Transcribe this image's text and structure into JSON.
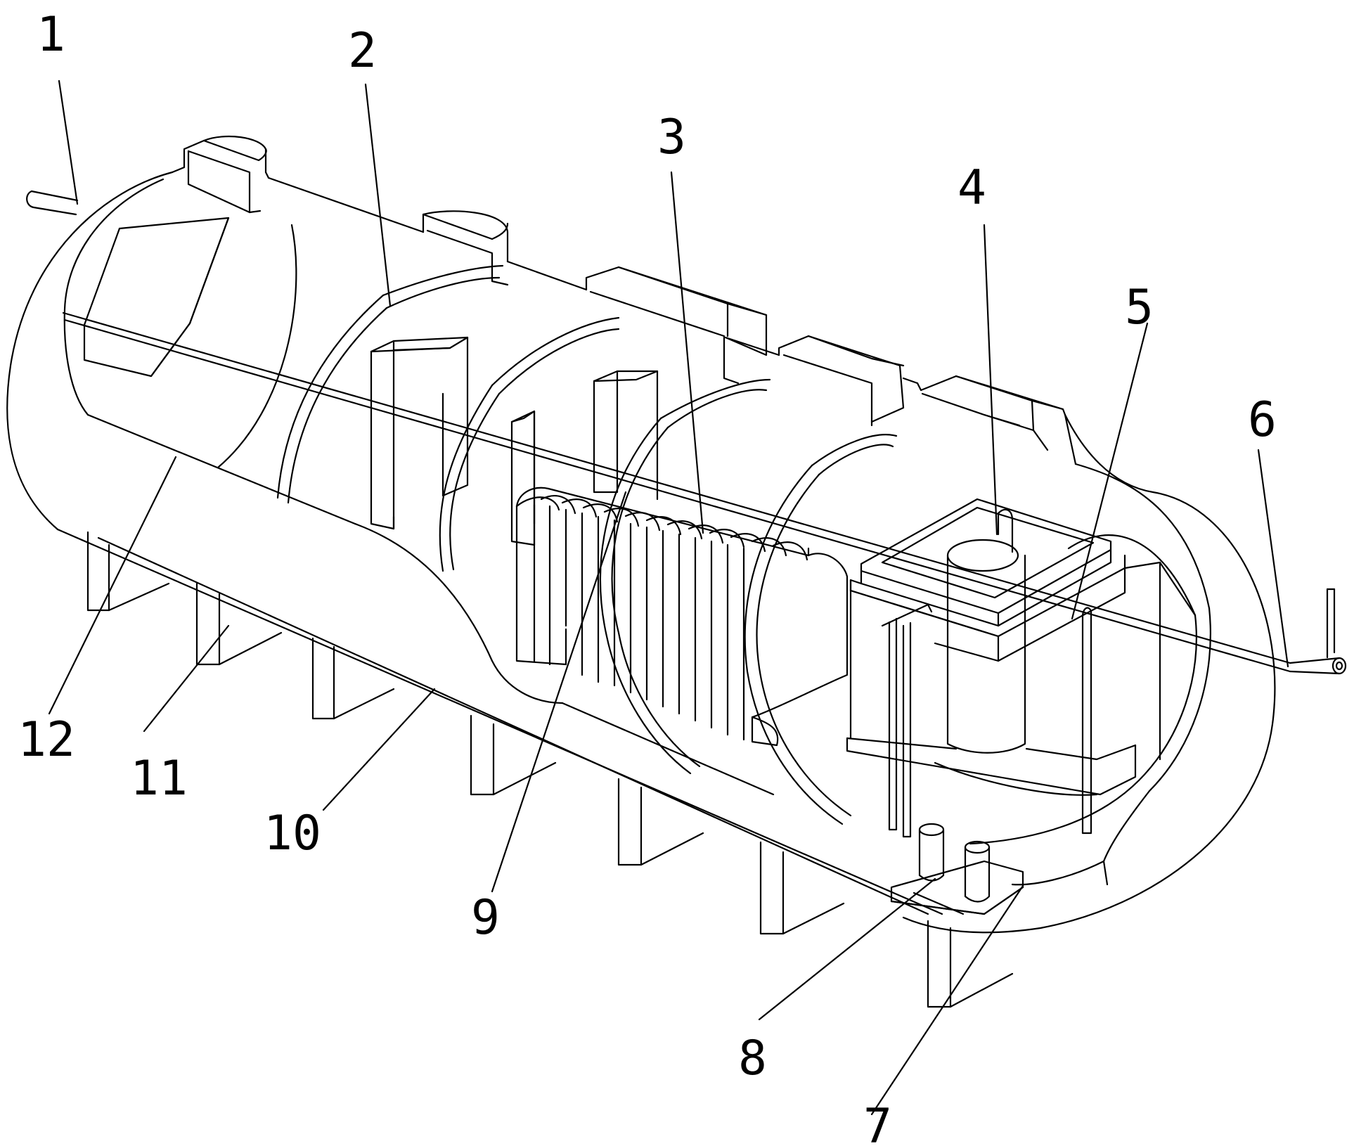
{
  "figure": {
    "line_color": "#000000",
    "background": "#ffffff"
  },
  "callouts": [
    {
      "id": "1",
      "label": "1"
    },
    {
      "id": "2",
      "label": "2"
    },
    {
      "id": "3",
      "label": "3"
    },
    {
      "id": "4",
      "label": "4"
    },
    {
      "id": "5",
      "label": "5"
    },
    {
      "id": "6",
      "label": "6"
    },
    {
      "id": "7",
      "label": "7"
    },
    {
      "id": "8",
      "label": "8"
    },
    {
      "id": "9",
      "label": "9"
    },
    {
      "id": "10",
      "label": "10"
    },
    {
      "id": "11",
      "label": "11"
    },
    {
      "id": "12",
      "label": "12"
    }
  ]
}
